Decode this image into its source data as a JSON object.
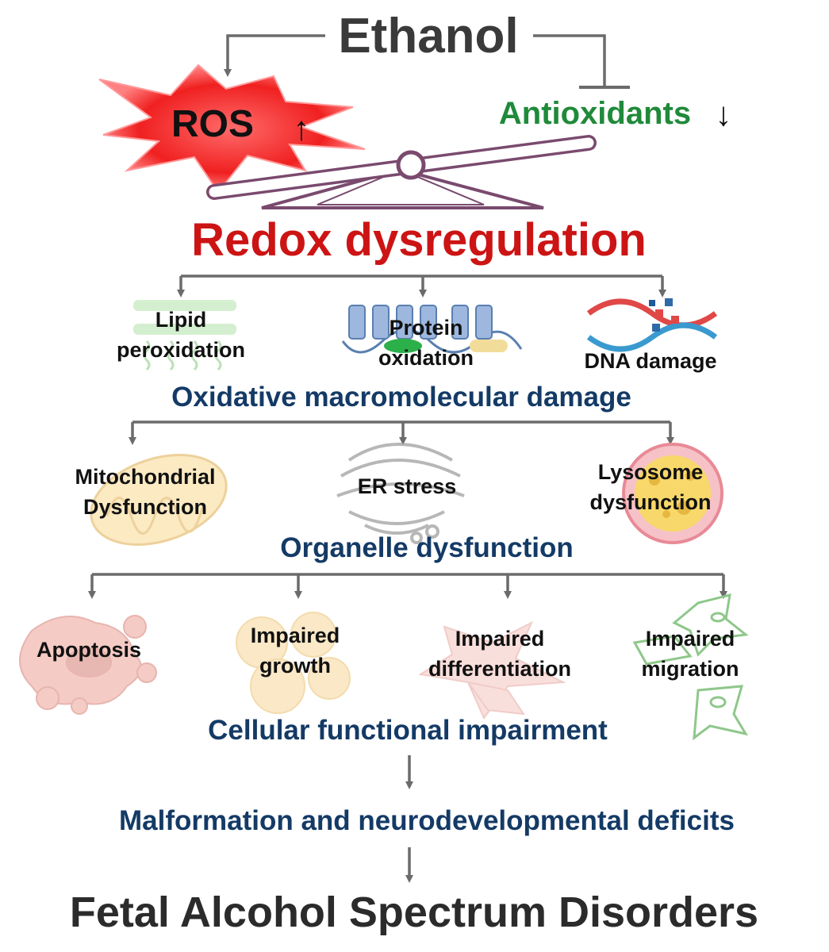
{
  "top": {
    "ethanol": "Ethanol",
    "ros": "ROS",
    "ros_arrow": "↑",
    "antioxidants": "Antioxidants",
    "antioxidants_arrow": "↓",
    "redox": "Redox dysregulation"
  },
  "macromolecular": {
    "group_label": "Oxidative macromolecular damage",
    "lipid_1": "Lipid",
    "lipid_2": "peroxidation",
    "protein_1": "Protein",
    "protein_2": "oxidation",
    "dna": "DNA damage"
  },
  "organelle": {
    "group_label": "Organelle dysfunction",
    "mito_1": "Mitochondrial",
    "mito_2": "Dysfunction",
    "er": "ER stress",
    "lyso_1": "Lysosome",
    "lyso_2": "dysfunction"
  },
  "cellular": {
    "group_label": "Cellular functional impairment",
    "apoptosis": "Apoptosis",
    "growth_1": "Impaired",
    "growth_2": "growth",
    "diff_1": "Impaired",
    "diff_2": "differentiation",
    "migr_1": "Impaired",
    "migr_2": "migration"
  },
  "outcome": {
    "malformation": "Malformation and neurodevelopmental deficits",
    "fasd": "Fetal Alcohol Spectrum Disorders"
  },
  "colors": {
    "connector": "#6b6b6b",
    "red_text": "#cc1414",
    "green_text": "#1f8a3a",
    "navy_text": "#143a66",
    "seesaw": "#7a4a6e"
  }
}
